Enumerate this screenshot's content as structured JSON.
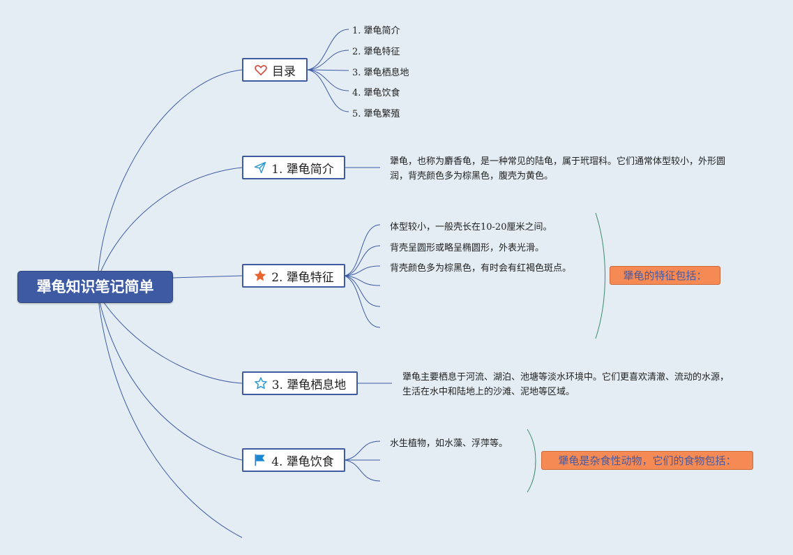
{
  "root": {
    "title": "犟龟知识笔记简单"
  },
  "toc": {
    "title": "目录",
    "icon": "heart-icon",
    "items": [
      "1. 犟龟简介",
      "2. 犟龟特征",
      "3. 犟龟栖息地",
      "4. 犟龟饮食",
      "5. 犟龟繁殖"
    ]
  },
  "intro": {
    "title": "1. 犟龟简介",
    "icon": "paper-plane-icon",
    "text": "犟龟，也称为麝香龟，是一种常见的陆龟，属于玳瑁科。它们通常体型较小，外形圆润，背壳颜色多为棕黑色，腹壳为黄色。"
  },
  "features": {
    "title": "2. 犟龟特征",
    "icon": "star-filled-icon",
    "items": [
      "体型较小，一般壳长在10-20厘米之间。",
      "背壳呈圆形或略呈椭圆形，外表光滑。",
      "背壳颜色多为棕黑色，有时会有红褐色斑点。"
    ],
    "summary": "犟龟的特征包括："
  },
  "habitat": {
    "title": "3. 犟龟栖息地",
    "icon": "star-outline-icon",
    "text": "犟龟主要栖息于河流、湖泊、池塘等淡水环境中。它们更喜欢清澈、流动的水源，生活在水中和陆地上的沙滩、泥地等区域。"
  },
  "diet": {
    "title": "4. 犟龟饮食",
    "icon": "flag-icon",
    "items": [
      "水生植物，如水藻、浮萍等。"
    ],
    "summary": "犟龟是杂食性动物，它们的食物包括："
  },
  "colors": {
    "background": "#e3edf3",
    "root": "#3d5aa3",
    "line": "#3d5aa3",
    "summary_fill": "#f58a55",
    "summary_text": "#4a5aa0",
    "brace": "#3b8a6a"
  }
}
